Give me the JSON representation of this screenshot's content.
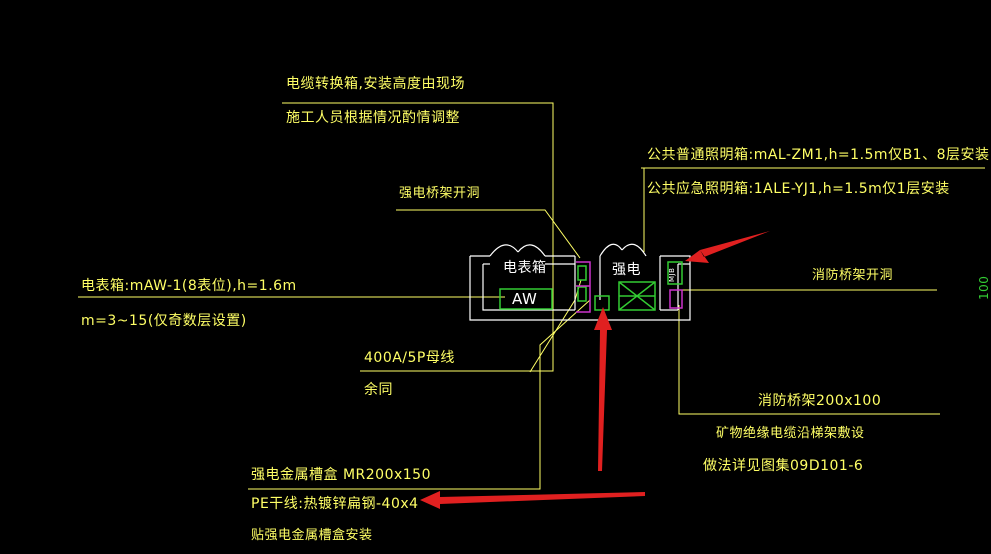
{
  "colors": {
    "background": "#000000",
    "leader": "#ffff66",
    "wall": "#ffffff",
    "cabinet": "#33cc33",
    "conduit": "#cc33cc",
    "arrow": "#e02020"
  },
  "labels": {
    "cable_box_line1": "电缆转换箱,安装高度由现场",
    "cable_box_line2": "施工人员根据情况酌情调整",
    "tray_opening": "强电桥架开洞",
    "lighting_line1": "公共普通照明箱:mAL-ZM1,h=1.5m仅B1、8层安装",
    "lighting_line2": "公共应急照明箱:1ALE-YJ1,h=1.5m仅1层安装",
    "meter_box_line1": "电表箱:mAW-1(8表位),h=1.6m",
    "meter_box_line2": "m=3~15(仅奇数层设置)",
    "fire_tray_opening": "消防桥架开洞",
    "busbar_line1": "400A/5P母线",
    "busbar_line2": "余同",
    "fire_tray": "消防桥架200x100",
    "mineral_cable_line1": "矿物绝缘电缆沿梯架敷设",
    "mineral_cable_line2": "做法详见图集09D101-6",
    "metal_trunk_line1": "强电金属槽盒 MR200x150",
    "metal_trunk_line2": "PE干线:热镀锌扁钢-40x4",
    "metal_trunk_line3": "贴强电金属槽盒安装",
    "room_meter": "电表箱",
    "room_power": "强电",
    "aw_box": "AW",
    "mjb_box": "MJB",
    "edge_dim": "100"
  }
}
